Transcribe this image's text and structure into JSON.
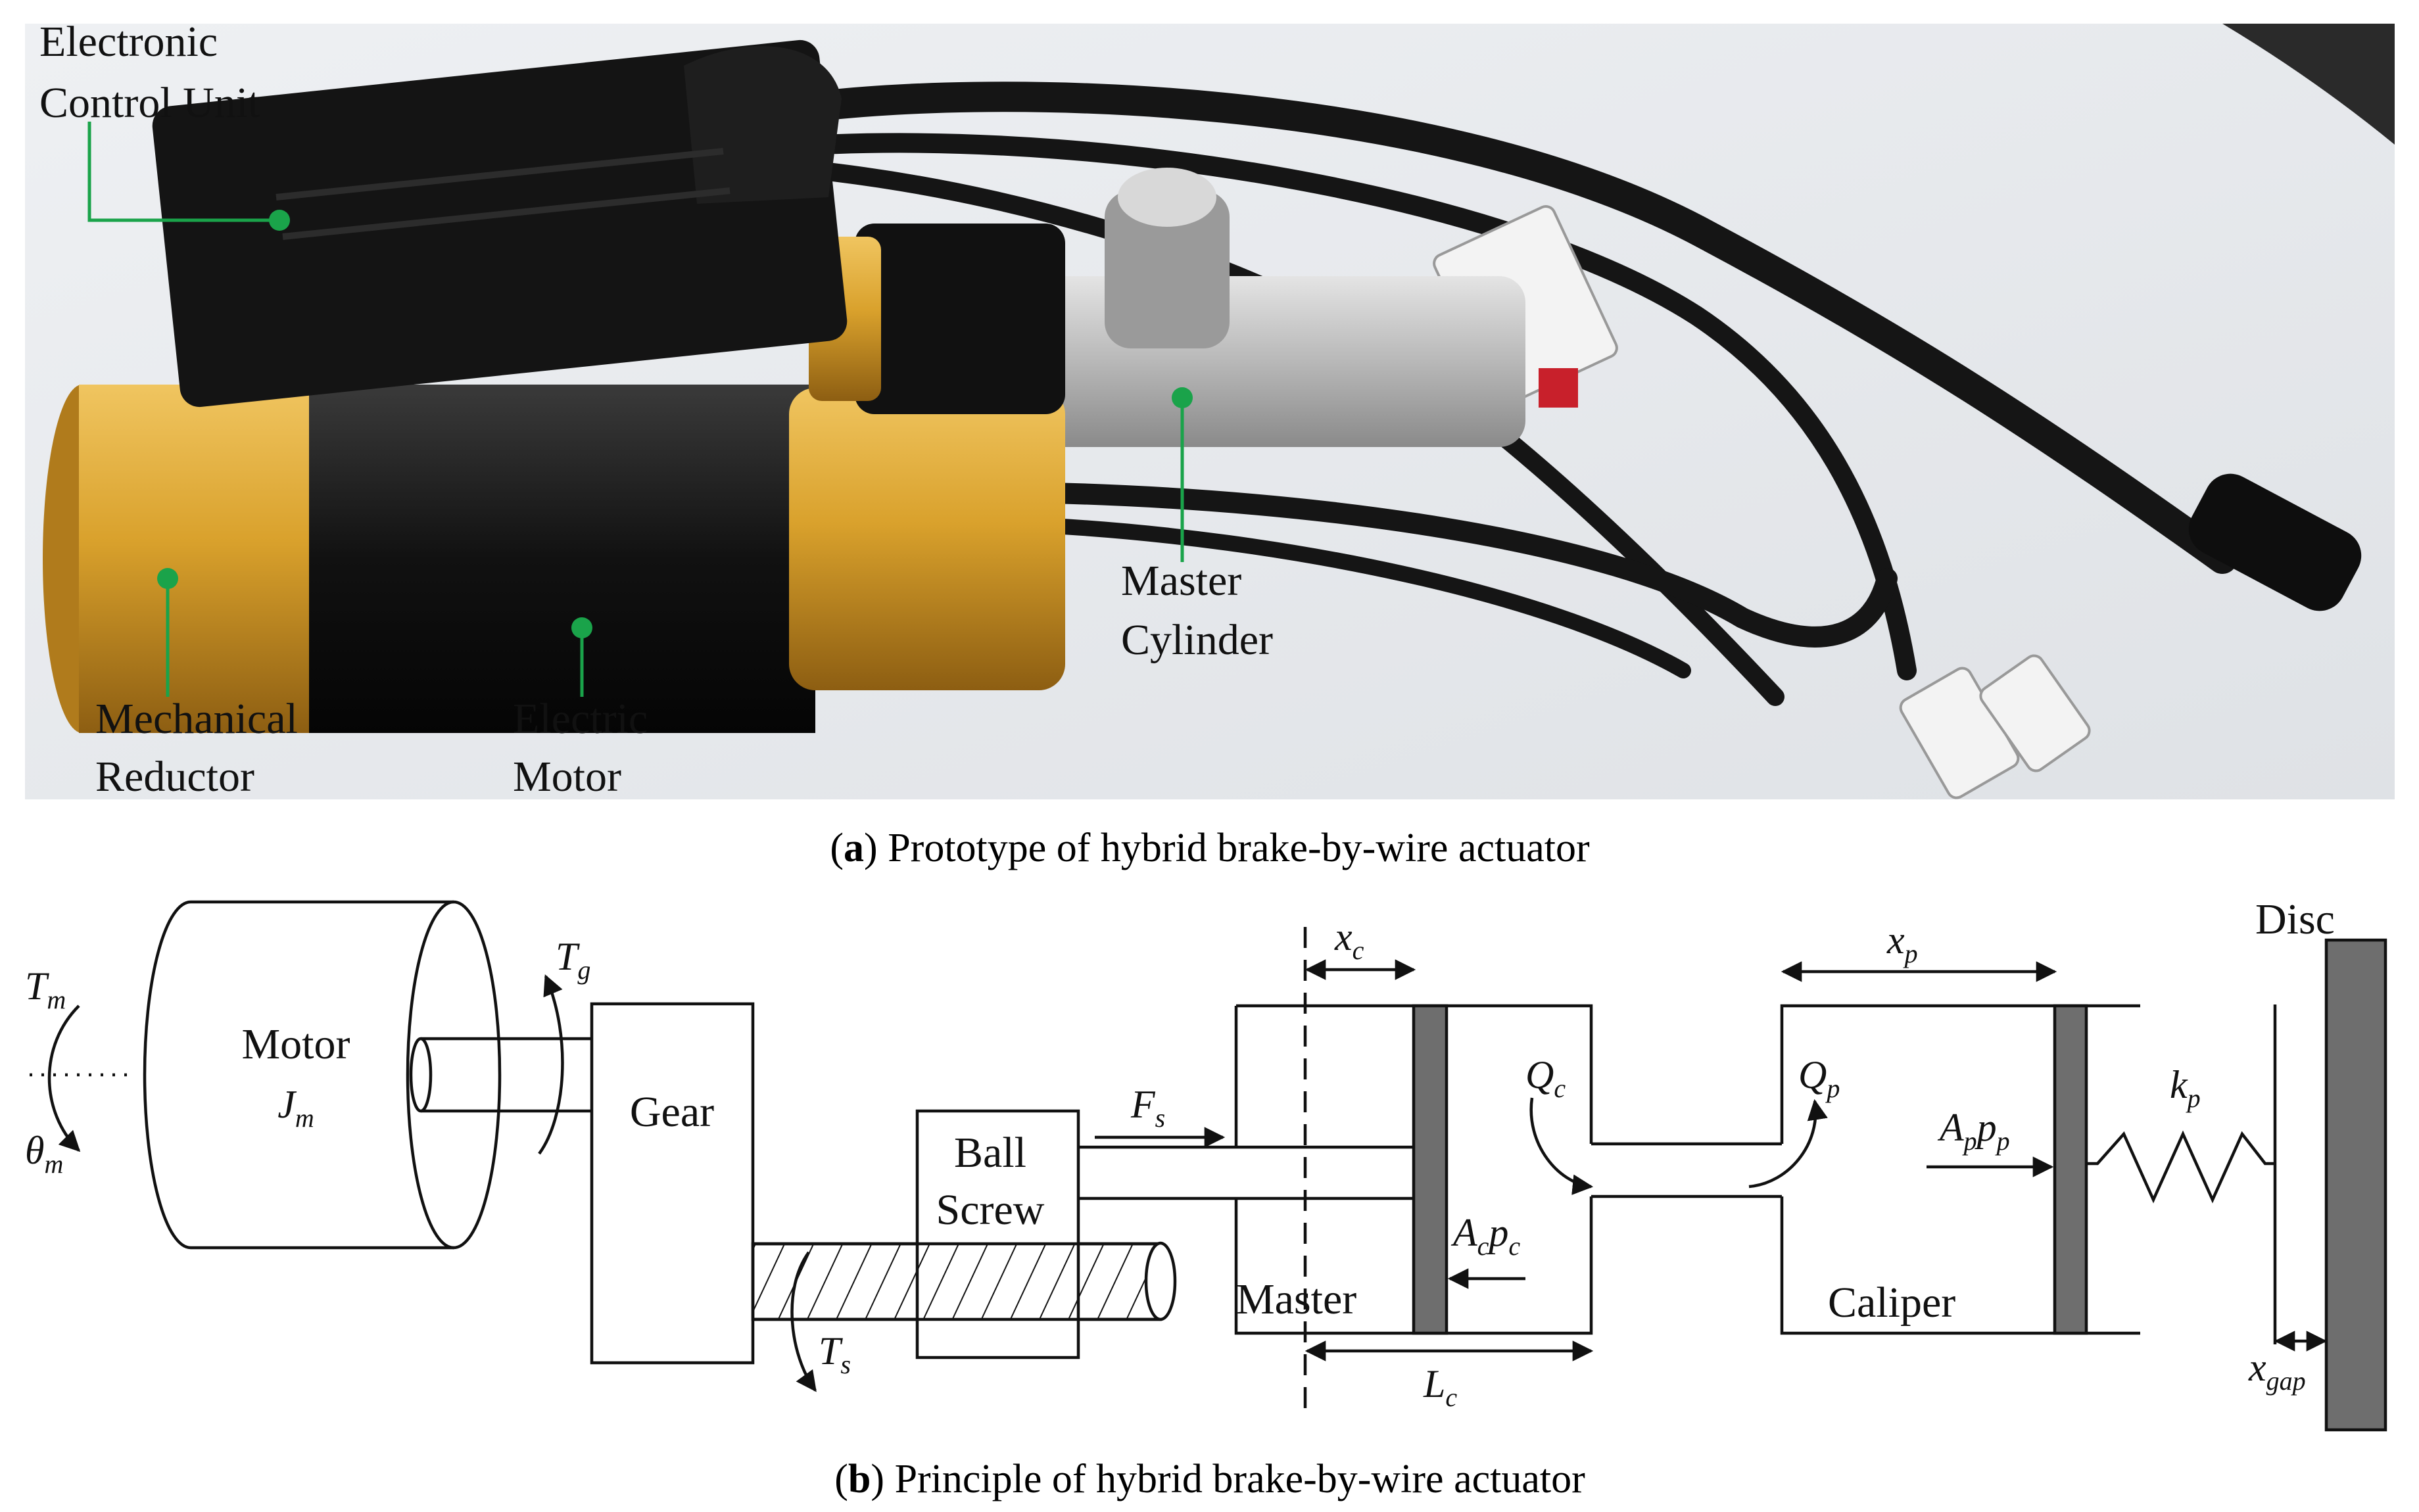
{
  "panel_a": {
    "labels": {
      "ecu_line1": "Electronic",
      "ecu_line2": "Control Unit",
      "master_line1": "Master",
      "master_line2": "Cylinder",
      "reductor_line1": "Mechanical",
      "reductor_line2": "Reductor",
      "motor_line1": "Electric",
      "motor_line2": "Motor"
    },
    "caption": {
      "letter": "a",
      "text": "Prototype of hybrid brake-by-wire actuator"
    },
    "callout_color": "#1aa34a"
  },
  "panel_b": {
    "blocks": {
      "motor_line1": "Motor",
      "motor_J": "J",
      "motor_J_sub": "m",
      "gear": "Gear",
      "ball": "Ball",
      "screw": "Screw",
      "master": "Master",
      "caliper": "Caliper",
      "disc": "Disc"
    },
    "symbols": {
      "Tm": "T",
      "Tm_sub": "m",
      "theta": "θ",
      "theta_sub": "m",
      "Tg": "T",
      "Tg_sub": "g",
      "Ts": "T",
      "Ts_sub": "s",
      "Fs": "F",
      "Fs_sub": "s",
      "xc": "x",
      "xc_sub": "c",
      "xp": "x",
      "xp_sub": "p",
      "Qc": "Q",
      "Qc_sub": "c",
      "Qp": "Q",
      "Qp_sub": "p",
      "Ac": "A",
      "Ac_sub": "c",
      "pc": "p",
      "pc_sub": "c",
      "Ap": "A",
      "Ap_sub": "p",
      "pp": "p",
      "pp_sub": "p",
      "kp": "k",
      "kp_sub": "p",
      "Lc": "L",
      "Lc_sub": "c",
      "xgap": "x",
      "xgap_sub": "gap"
    },
    "caption": {
      "letter": "b",
      "text": "Principle of hybrid brake-by-wire actuator"
    }
  }
}
